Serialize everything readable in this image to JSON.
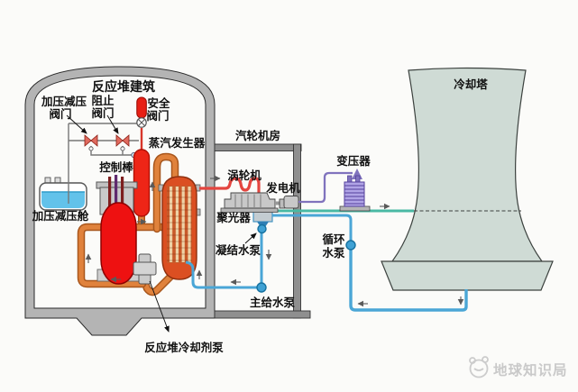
{
  "diagram": {
    "containment": {
      "label": "反应堆建筑"
    },
    "labels": {
      "relief_valves_1": "加压减压",
      "relief_valves_2": "阀门",
      "block_valves_1": "阻止",
      "block_valves_2": "阀门",
      "safety_valve_1": "安全",
      "safety_valve_2": "阀门",
      "steam_generator": "蒸汽发生器",
      "control_rods": "控制棒",
      "relief_tank": "加压减压舱",
      "reactor_coolant_pump": "反应堆冷却剂泵",
      "turbine_hall": "汽轮机房",
      "turbine": "涡轮机",
      "generator": "发电机",
      "condenser": "聚光器",
      "condensate_pump": "凝结水泵",
      "main_feedwater_pump": "主给水泵",
      "circulating_pump_1": "循环",
      "circulating_pump_2": "水泵",
      "transformer": "变压器",
      "cooling_tower": "冷却塔"
    },
    "colors": {
      "wall_gray": "#b4b4b4",
      "house_wall_gray": "#8f8f8f",
      "primary_red": "#ee1111",
      "pipe_orange": "#e0823c",
      "pipe_orange_edge": "#a8561c",
      "steam_red": "#e4453f",
      "water_blue": "#4aa6d6",
      "circulating_teal": "#49b9a4",
      "electric_purple": "#8073bd",
      "transformer_purple": "#b0a4e6",
      "tower_green": "#cfdbd5",
      "tank_water_blue": "#62c2ea",
      "watermark_gray": "#c9c9c9"
    }
  },
  "watermark": {
    "brand": "地球知识局"
  }
}
